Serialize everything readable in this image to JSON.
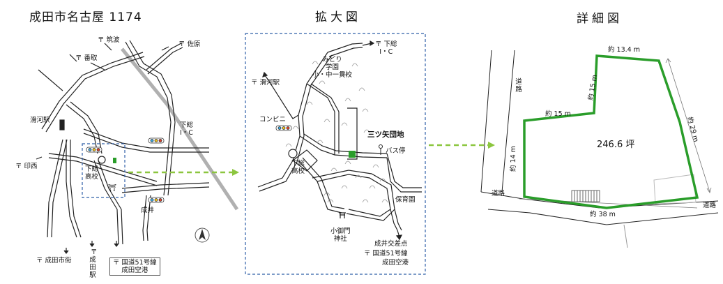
{
  "titles": {
    "overview": "成田市名古屋 1174",
    "zoom": "拡大図",
    "detail": "詳細図"
  },
  "overview": {
    "tsukuba": "筑波",
    "sawara": "佐原",
    "banto": "番取",
    "namegawa_station": "滑河駅",
    "inzai": "印西",
    "shimofusa_ic": "下総\nI・C",
    "shimofusa_school": "下総\n高校",
    "narita_shigai": "成田市街",
    "narita_station": "成田駅",
    "route51": "国道51号線",
    "narita_airport": "成田空港",
    "narui": "成井"
  },
  "zoom": {
    "shimofusa_ic": "下総\nI・C",
    "midori_school": "みどり\n学園\n小・中一貫校",
    "namegawa_station": "滑河駅",
    "convenience": "コンビニ",
    "mitsuyada": "三ツ矢団地",
    "bus_stop": "バス停",
    "shimofusa_school": "下総\n高校",
    "nursery": "保育園",
    "shrine": "小御門\n神社",
    "narui_intersection": "成井交差点",
    "route51": "国道51号線",
    "narita_airport": "成田空港"
  },
  "detail": {
    "road_label_left": "道路",
    "road_bottom_left": "道路",
    "road_bottom_right": "道路",
    "top": "約 13.4 m",
    "left_upper": "約 15 m",
    "inner_horizontal": "約 15 m",
    "left_lower": "約 14 m",
    "right": "約 29 m",
    "bottom": "約 38 m",
    "area": "246.6 坪"
  },
  "colors": {
    "boundary": "#2a9d2a",
    "arrow": "#8cc63f",
    "dashed_box": "#2f5fa8",
    "road": "#222222",
    "rail": "#aaaaaa"
  }
}
